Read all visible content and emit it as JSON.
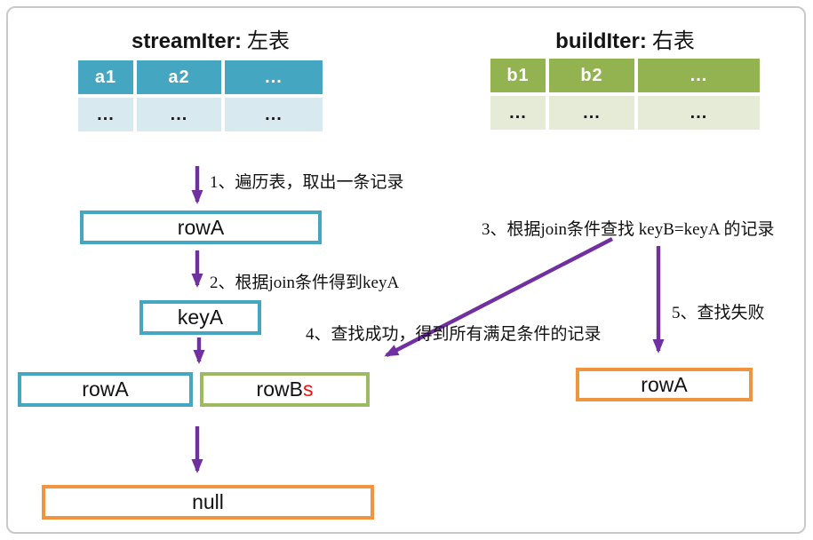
{
  "left_table": {
    "title_en": "streamIter:",
    "title_zh": " 左表",
    "headers": [
      "a1",
      "a2",
      "..."
    ],
    "row": [
      "...",
      "...",
      "..."
    ]
  },
  "right_table": {
    "title_en": "buildIter:",
    "title_zh": " 右表",
    "headers": [
      "b1",
      "b2",
      "..."
    ],
    "row": [
      "...",
      "...",
      "..."
    ]
  },
  "steps": {
    "s1": "1、遍历表，取出一条记录",
    "s2": "2、根据join条件得到keyA",
    "s3": "3、根据join条件查找 keyB=keyA 的记录",
    "s4": "4、查找成功，得到所有满足条件的记录",
    "s5": "5、查找失败"
  },
  "boxes": {
    "row_a_top": "rowA",
    "key_a": "keyA",
    "row_a_pair": "rowA",
    "row_b_main": "rowB",
    "row_b_suffix": "s",
    "row_a_right": "rowA",
    "null_value": "null"
  },
  "colors": {
    "stream_teal": "#45a6c2",
    "stream_teal_light": "#d8e9f0",
    "build_green": "#92b34f",
    "build_green_light": "#e5ebd7",
    "result_orange": "#f0953f",
    "arrow_purple": "#7030a0",
    "suffix_red": "#f01010",
    "frame_gray": "#c8c9ca"
  }
}
